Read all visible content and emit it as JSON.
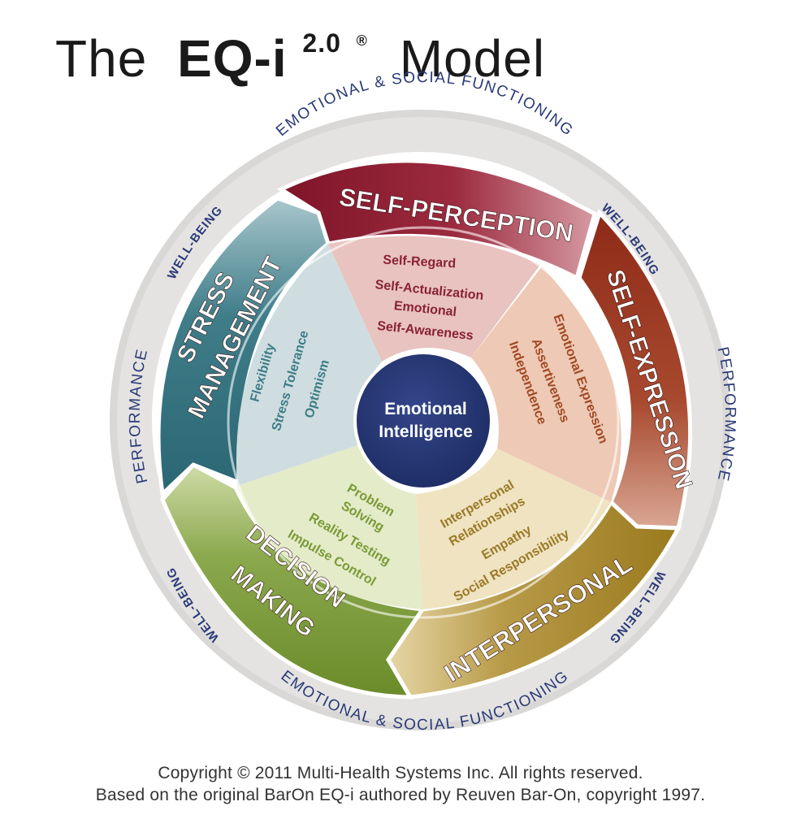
{
  "title": {
    "prefix": "The",
    "brand": "EQ-i",
    "superscript": "2.0",
    "registered": "®",
    "suffix": "Model"
  },
  "outer_ring": {
    "top": "EMOTIONAL & SOCIAL FUNCTIONING",
    "bottom": "EMOTIONAL & SOCIAL FUNCTIONING",
    "left": "PERFORMANCE",
    "right": "PERFORMANCE",
    "upper_left": "WELL-BEING",
    "upper_right": "WELL-BEING",
    "lower_left": "WELL-BEING",
    "lower_right": "WELL-BEING"
  },
  "center": {
    "line1": "Emotional",
    "line2": "Intelligence"
  },
  "composites": [
    {
      "name": "SELF-PERCEPTION",
      "name_lines": [
        "SELF-PERCEPTION"
      ],
      "subscales": [
        "Self-Regard",
        "Self-Actualization",
        "Emotional",
        "Self-Awareness"
      ]
    },
    {
      "name": "SELF-EXPRESSION",
      "name_lines": [
        "SELF-EXPRESSION"
      ],
      "subscales": [
        "Emotional Expression",
        "Assertiveness",
        "Independence"
      ]
    },
    {
      "name": "INTERPERSONAL",
      "name_lines": [
        "INTERPERSONAL"
      ],
      "subscales": [
        "Interpersonal",
        "Relationships",
        "Empathy",
        "Social Responsibility"
      ]
    },
    {
      "name": "DECISION MAKING",
      "name_lines": [
        "DECISION",
        "MAKING"
      ],
      "subscales": [
        "Problem",
        "Solving",
        "Reality Testing",
        "Impulse Control"
      ]
    },
    {
      "name": "STRESS MANAGEMENT",
      "name_lines": [
        "STRESS",
        "MANAGEMENT"
      ],
      "subscales": [
        "Flexibility",
        "Stress Tolerance",
        "Optimism"
      ]
    }
  ],
  "colors": {
    "outer_ring": "#dcdbd9",
    "ring_text": "#2a3a78",
    "center": "#263771",
    "self_perception": "#8e1b31",
    "self_expression": "#a6432a",
    "interpersonal": "#a98a2b",
    "decision_making": "#7a9a36",
    "stress_management": "#2f6f7c"
  },
  "copyright": {
    "line1": "Copyright © 2011 Multi-Health Systems Inc. All rights reserved.",
    "line2": "Based on the original BarOn EQ-i authored by Reuven Bar-On, copyright 1997."
  }
}
